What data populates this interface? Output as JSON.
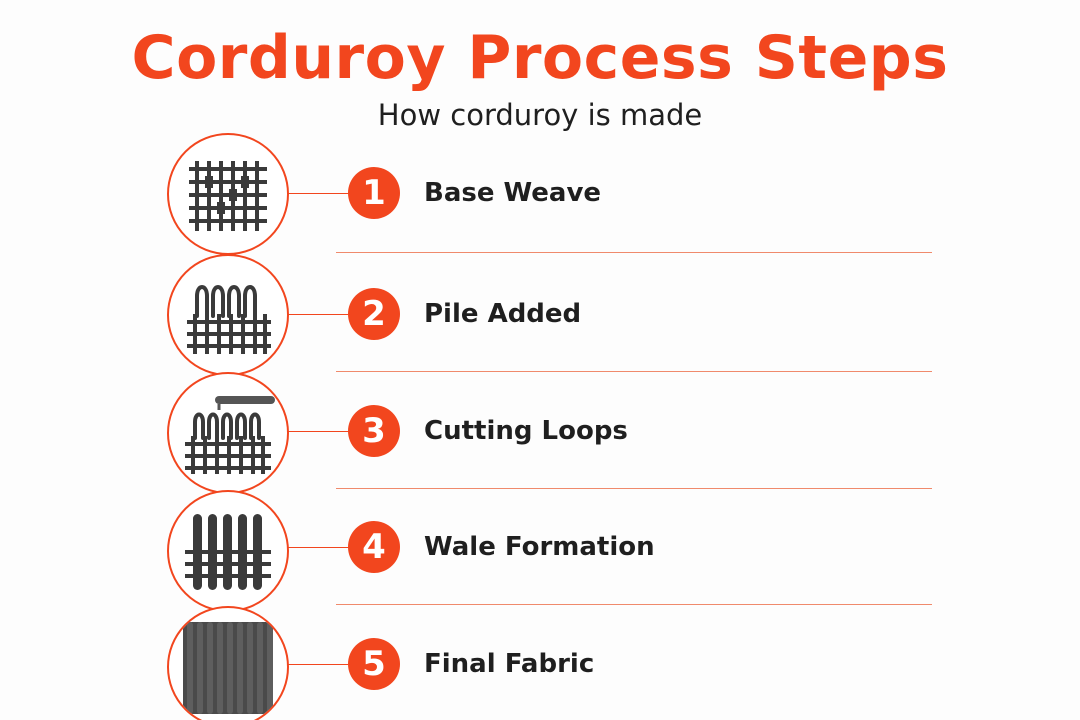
{
  "header": {
    "title": "Corduroy Process Steps",
    "subtitle": "How corduroy is made"
  },
  "steps": [
    {
      "number": "1",
      "label": "Base Weave",
      "icon": "base-weave-icon"
    },
    {
      "number": "2",
      "label": "Pile Added",
      "icon": "pile-loops-icon"
    },
    {
      "number": "3",
      "label": "Cutting Loops",
      "icon": "cutting-loops-icon"
    },
    {
      "number": "4",
      "label": "Wale Formation",
      "icon": "wale-ribs-icon"
    },
    {
      "number": "5",
      "label": "Final Fabric",
      "icon": "corduroy-fabric-icon"
    }
  ],
  "colors": {
    "accent": "#f2461e",
    "text": "#1f1f1f",
    "icon": "#3a3a3a"
  }
}
